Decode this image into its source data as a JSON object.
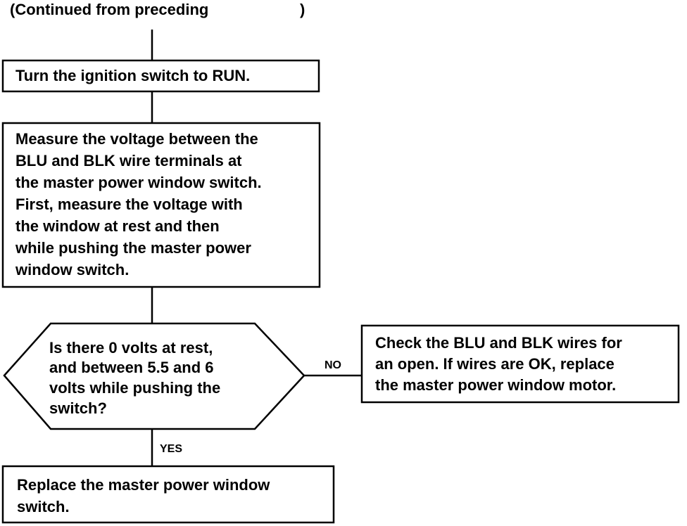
{
  "header": {
    "continued_prefix": "(Continued from preceding",
    "continued_suffix": ")"
  },
  "steps": {
    "turn_ignition": "Turn the ignition switch to RUN.",
    "measure_voltage": [
      "Measure the voltage between the",
      "BLU and BLK wire terminals at",
      "the master power window switch.",
      "First, measure the voltage with",
      "the window at rest and then",
      "while pushing the master power",
      "window switch."
    ],
    "decision": [
      "Is there 0 volts at rest,",
      "and between 5.5 and 6",
      "volts while pushing the",
      "switch?"
    ],
    "check_wires": [
      "Check the BLU and BLK wires for",
      "an open. If wires are OK, replace",
      "the master power window motor."
    ],
    "replace_switch": [
      "Replace the master power window",
      "switch."
    ]
  },
  "branches": {
    "no_label": "NO",
    "yes_label": "YES"
  },
  "colors": {
    "stroke": "#000000",
    "background": "#ffffff"
  }
}
